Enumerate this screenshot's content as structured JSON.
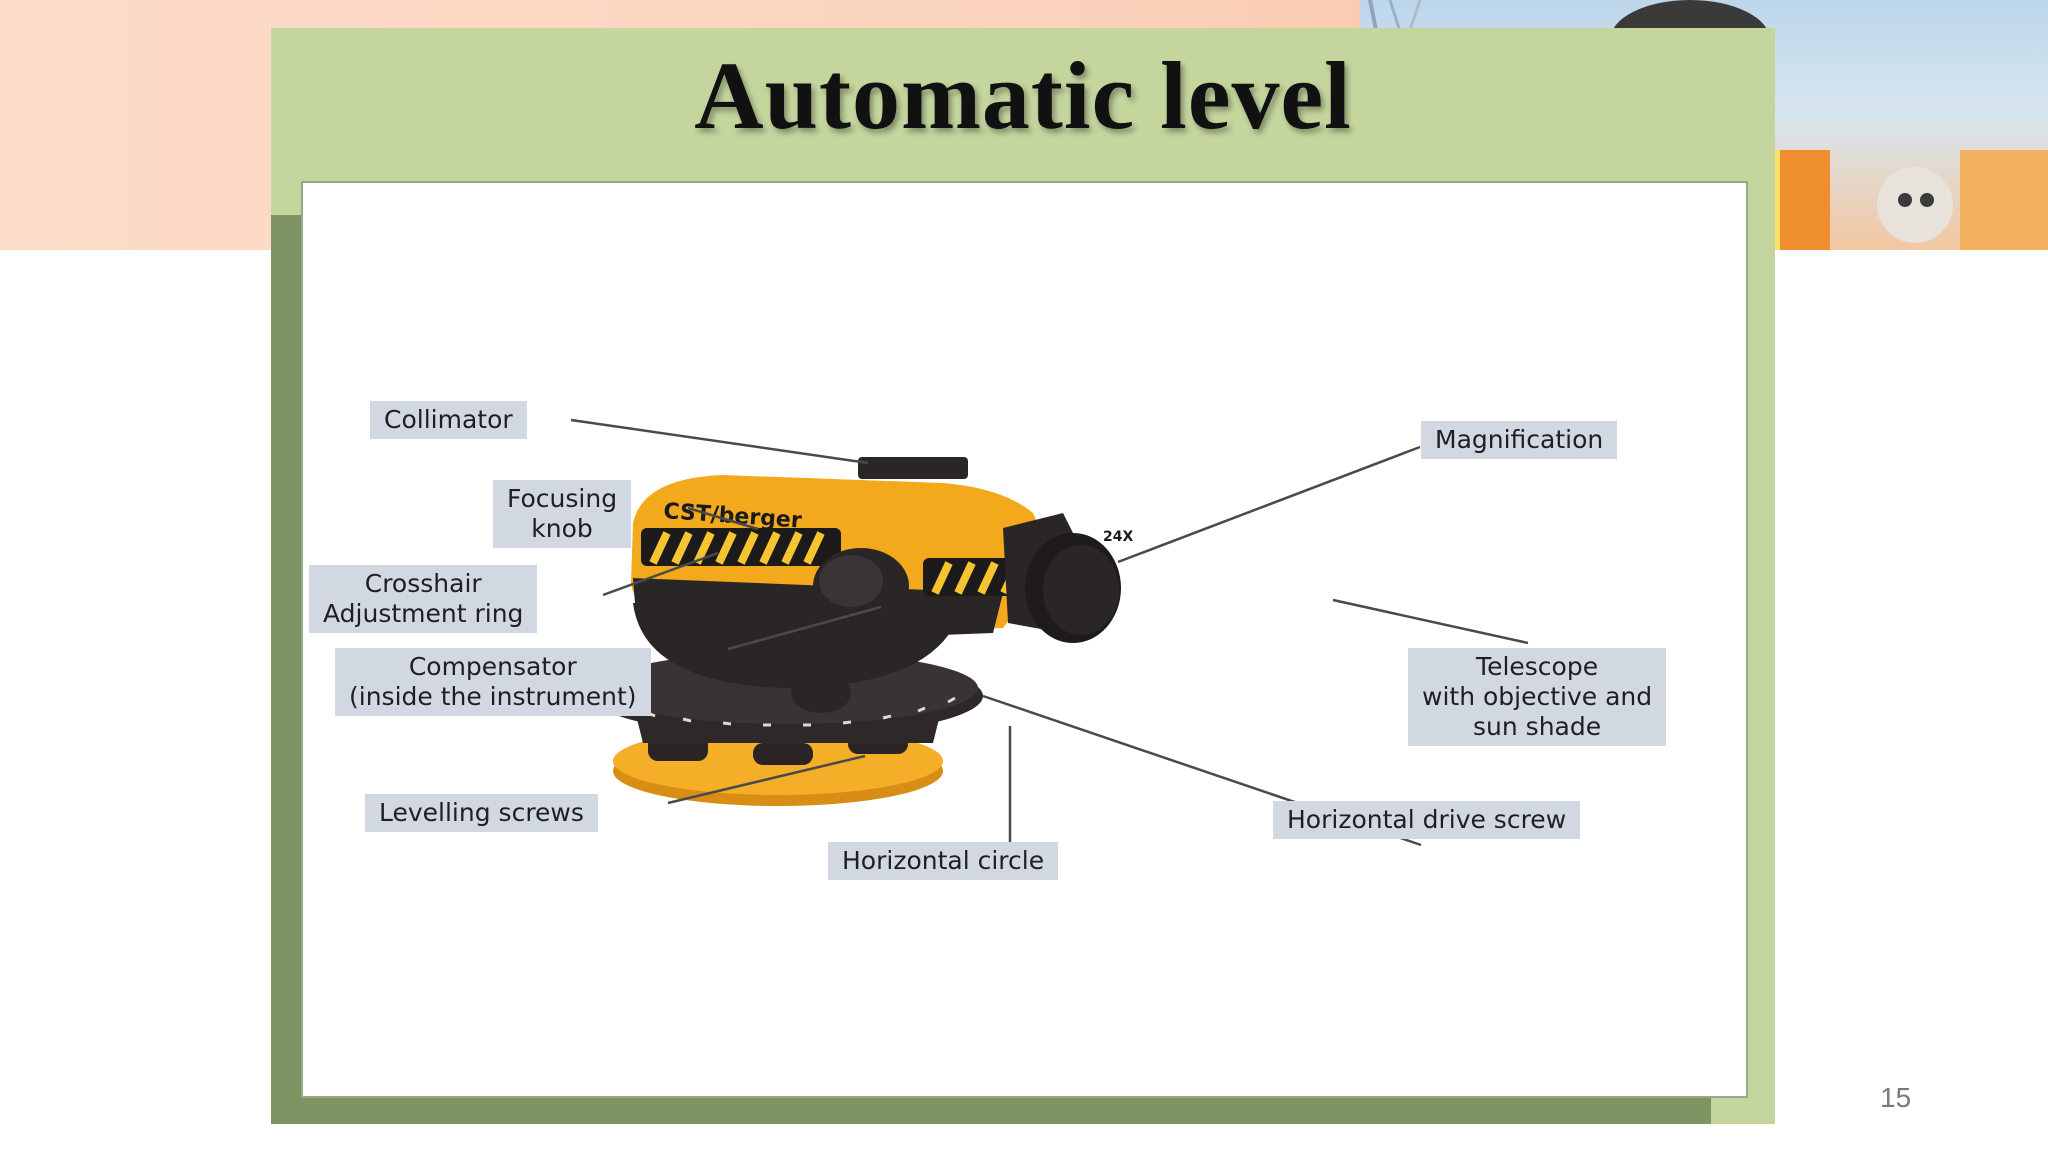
{
  "slide": {
    "title": "Automatic level",
    "page_number": "15"
  },
  "instrument": {
    "brand": "CST/berger",
    "magnification_mark": "24X"
  },
  "callouts": {
    "collimator": "Collimator",
    "focusing_knob": [
      "Focusing",
      "knob"
    ],
    "crosshair_ring": [
      "Crosshair",
      "Adjustment ring"
    ],
    "compensator": [
      "Compensator",
      "(inside the instrument)"
    ],
    "levelling_screws": "Levelling screws",
    "horizontal_circle": "Horizontal circle",
    "magnification": "Magnification",
    "telescope": [
      "Telescope",
      "with objective and",
      "sun shade"
    ],
    "horizontal_drive_screw": "Horizontal drive screw"
  },
  "colors": {
    "frame": "#c4d69e",
    "frame_shadow": "#7f9463",
    "instrument_body": "#f2a91c",
    "instrument_dark": "#2b2626",
    "callout_bg": "#d1d8e2"
  }
}
